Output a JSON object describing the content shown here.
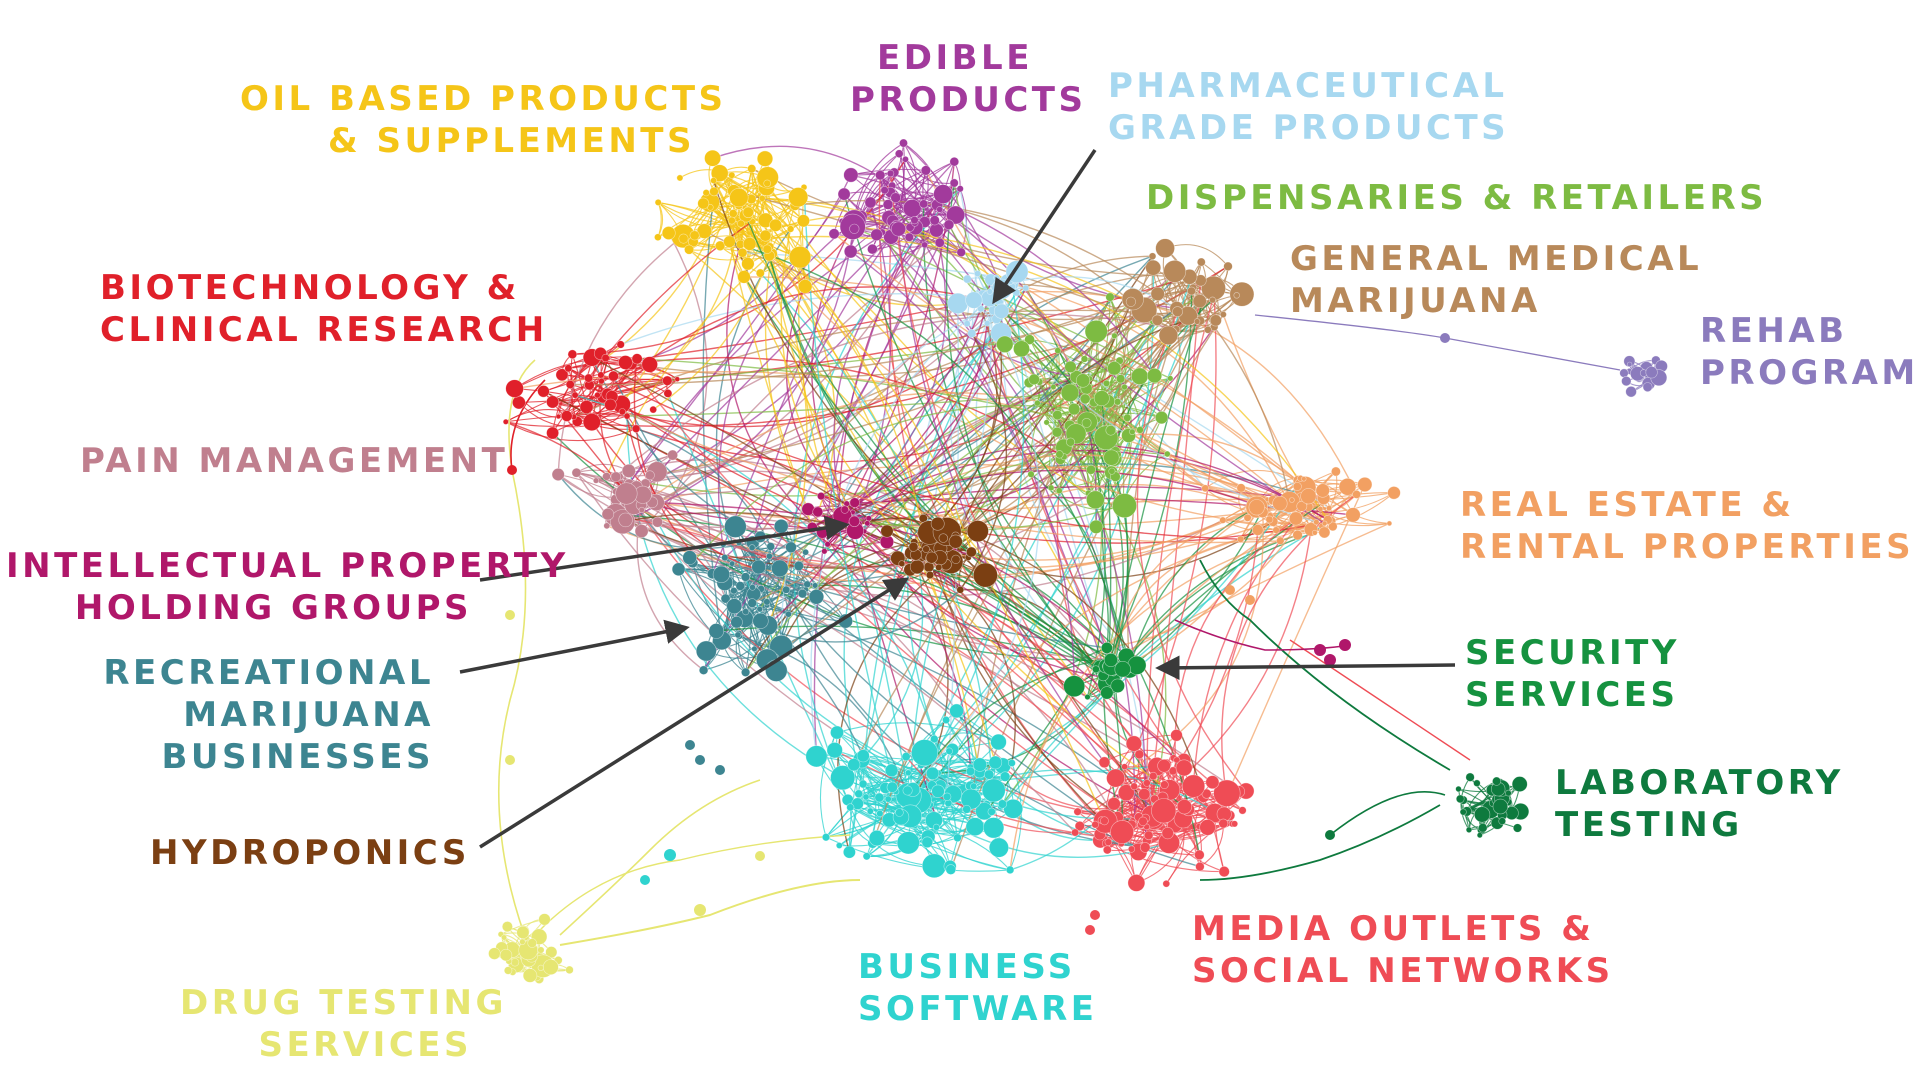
{
  "diagram": {
    "clusters": [
      {
        "key": "oil",
        "lines": [
          "OIL BASED PRODUCTS",
          "& SUPPLEMENTS"
        ],
        "color": "#f5c518"
      },
      {
        "key": "edible",
        "lines": [
          "EDIBLE",
          "PRODUCTS"
        ],
        "color": "#a23a9c"
      },
      {
        "key": "pharma",
        "lines": [
          "PHARMACEUTICAL",
          "GRADE PRODUCTS"
        ],
        "color": "#a7d8f0"
      },
      {
        "key": "dispensaries",
        "lines": [
          "DISPENSARIES & RETAILERS"
        ],
        "color": "#7dbb42"
      },
      {
        "key": "general",
        "lines": [
          "GENERAL MEDICAL",
          "MARIJUANA"
        ],
        "color": "#b8895a"
      },
      {
        "key": "rehab",
        "lines": [
          "REHAB",
          "PROGRAMS"
        ],
        "color": "#8b7bbd"
      },
      {
        "key": "biotech",
        "lines": [
          "BIOTECHNOLOGY &",
          "CLINICAL RESEARCH"
        ],
        "color": "#e0202a"
      },
      {
        "key": "pain",
        "lines": [
          "PAIN MANAGEMENT"
        ],
        "color": "#c07f8e"
      },
      {
        "key": "realestate",
        "lines": [
          "REAL ESTATE &",
          "RENTAL PROPERTIES"
        ],
        "color": "#f2a062"
      },
      {
        "key": "ip",
        "lines": [
          "INTELLECTUAL PROPERTY",
          "HOLDING GROUPS"
        ],
        "color": "#b0176a"
      },
      {
        "key": "security",
        "lines": [
          "SECURITY",
          "SERVICES"
        ],
        "color": "#15923f"
      },
      {
        "key": "recreational",
        "lines": [
          "RECREATIONAL",
          "MARIJUANA",
          "BUSINESSES"
        ],
        "color": "#3d8591"
      },
      {
        "key": "lab",
        "lines": [
          "LABORATORY",
          "TESTING"
        ],
        "color": "#0e7a3e"
      },
      {
        "key": "hydro",
        "lines": [
          "HYDROPONICS"
        ],
        "color": "#7b3f12"
      },
      {
        "key": "media",
        "lines": [
          "MEDIA OUTLETS &",
          "SOCIAL NETWORKS"
        ],
        "color": "#ef4c55"
      },
      {
        "key": "business",
        "lines": [
          "BUSINESS",
          "SOFTWARE"
        ],
        "color": "#2fd3cf"
      },
      {
        "key": "drug",
        "lines": [
          "DRUG TESTING",
          "SERVICES"
        ],
        "color": "#e6e672"
      }
    ]
  }
}
